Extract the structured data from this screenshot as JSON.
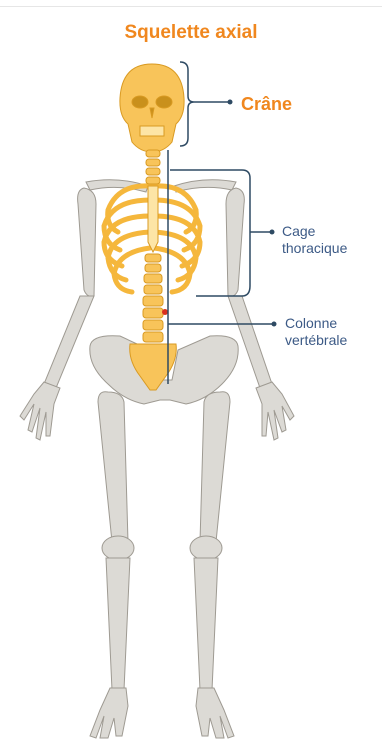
{
  "diagram": {
    "title": "Squelette axial",
    "labels": {
      "crane": "Crâne",
      "cage_line1": "Cage",
      "cage_line2": "thoracique",
      "colonne_line1": "Colonne",
      "colonne_line2": "vertébrale"
    },
    "colors": {
      "title": "#f0871e",
      "crane_label": "#f0871e",
      "label_text": "#3c5a86",
      "bracket": "#2e4a63",
      "axial_bone": "#f8c45a",
      "axial_bone_light": "#fde5a6",
      "appendicular_bone": "#dcdad5",
      "bone_outline": "#9e9a92"
    }
  }
}
